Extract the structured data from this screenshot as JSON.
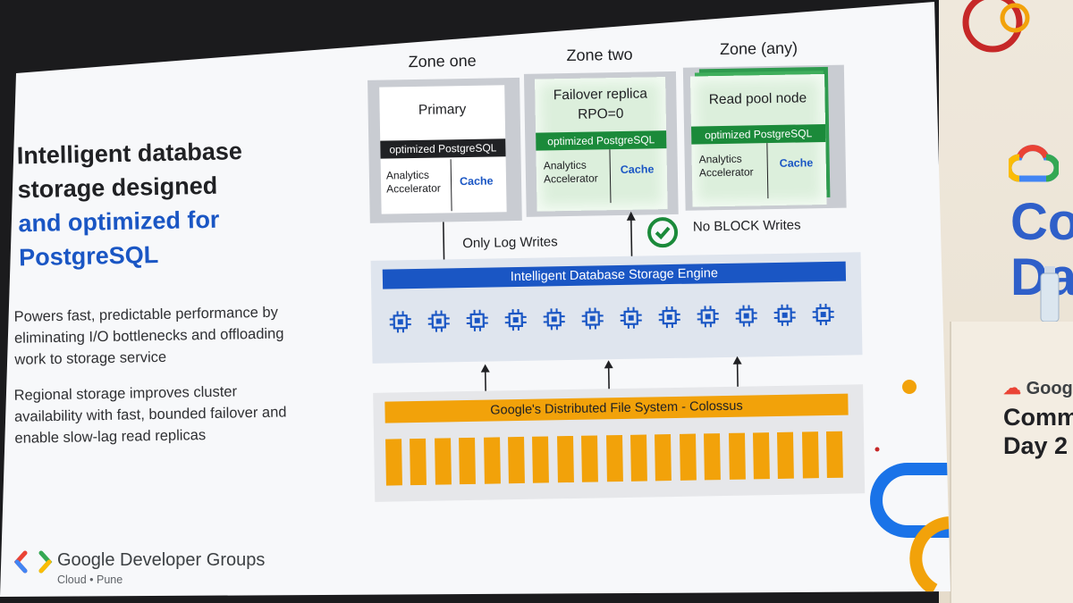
{
  "slide": {
    "headline_lines": [
      {
        "text": "Intelligent database",
        "accent": false
      },
      {
        "text": "storage designed",
        "accent": false
      },
      {
        "text": "and optimized for",
        "accent": true
      },
      {
        "text": "PostgreSQL",
        "accent": true
      }
    ],
    "paragraph_1": "Powers fast, predictable performance by eliminating I/O bottlenecks and offloading work to storage service",
    "paragraph_2": "Regional storage improves cluster availability with fast, bounded failover and enable slow-lag read replicas",
    "footer": {
      "org_name": "Google Developer Groups",
      "chapter": "Cloud • Pune"
    }
  },
  "diagram": {
    "zones": [
      {
        "label": "Zone one",
        "title_lines": [
          "Primary"
        ],
        "bar": "optimized PostgreSQL",
        "left_cell": [
          "Analytics",
          "Accelerator"
        ],
        "right_cell": "Cache"
      },
      {
        "label": "Zone two",
        "title_lines": [
          "Failover replica",
          "RPO=0"
        ],
        "bar": "optimized PostgreSQL",
        "left_cell": [
          "Analytics",
          "Accelerator"
        ],
        "right_cell": "Cache"
      },
      {
        "label": "Zone (any)",
        "title_lines": [
          "Read pool node"
        ],
        "bar": "optimized PostgreSQL",
        "left_cell": [
          "Analytics",
          "Accelerator"
        ],
        "right_cell": "Cache"
      }
    ],
    "note_log_writes": "Only Log Writes",
    "note_no_block": "No BLOCK Writes",
    "engine_label": "Intelligent Database Storage Engine",
    "fs_label": "Google's Distributed File System - Colossus"
  },
  "venue": {
    "banner_top": "Co",
    "banner_mid": "Da",
    "stage_google": "Goog",
    "stage_comm": "Comm",
    "stage_day": "Day 2"
  },
  "colors": {
    "accent_blue": "#1a56c4",
    "green": "#1b8a3a",
    "yellow": "#f2a20a",
    "dark": "#202124"
  }
}
